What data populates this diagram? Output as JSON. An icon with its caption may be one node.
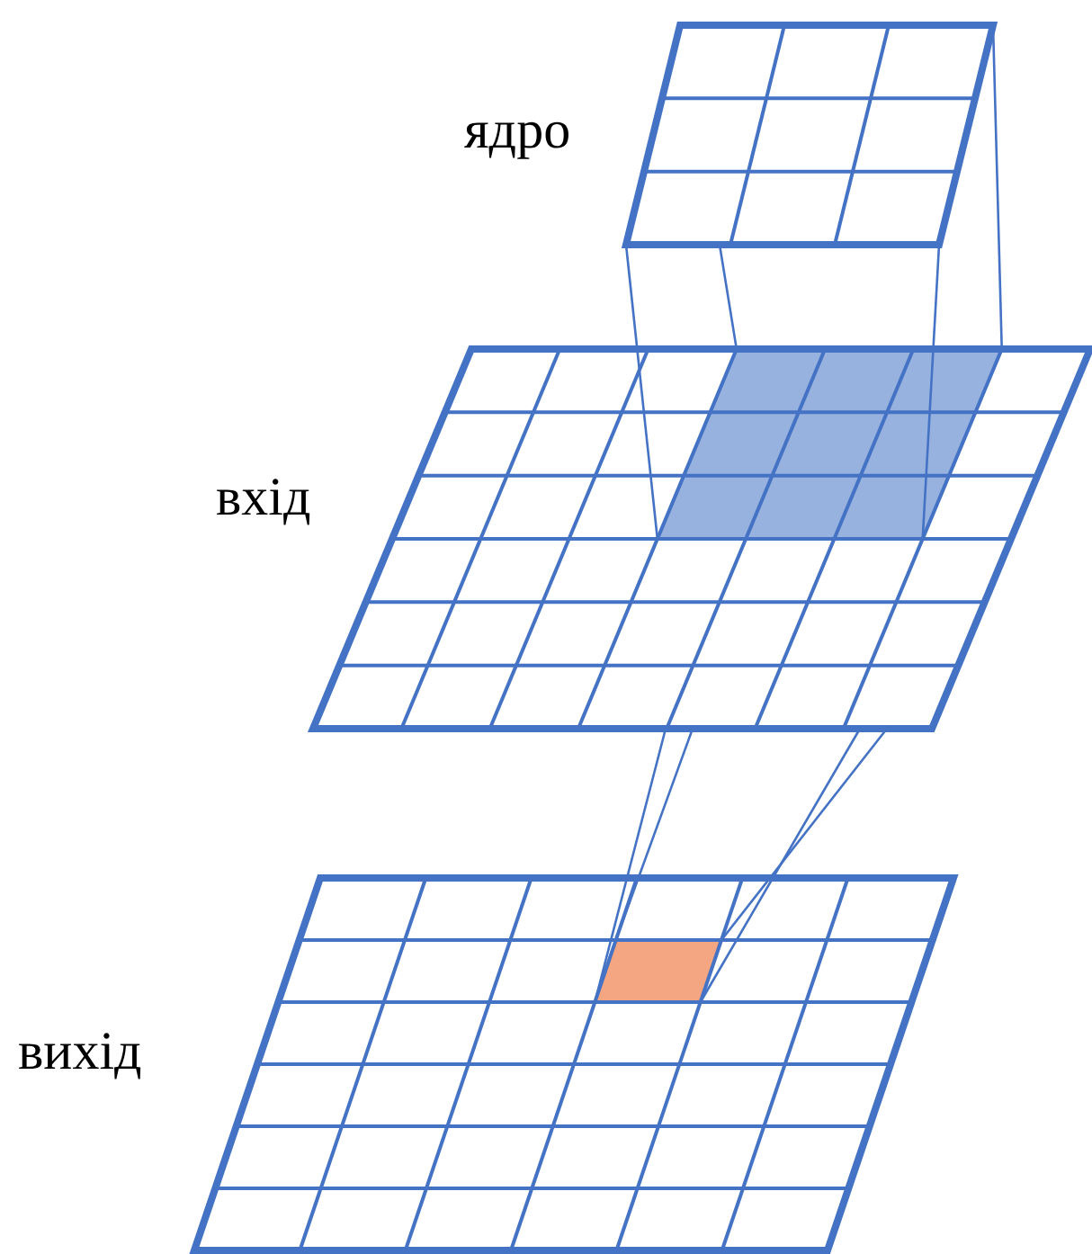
{
  "diagram": {
    "labels": [
      "ядро",
      "вхід",
      "вихід"
    ]
  }
}
